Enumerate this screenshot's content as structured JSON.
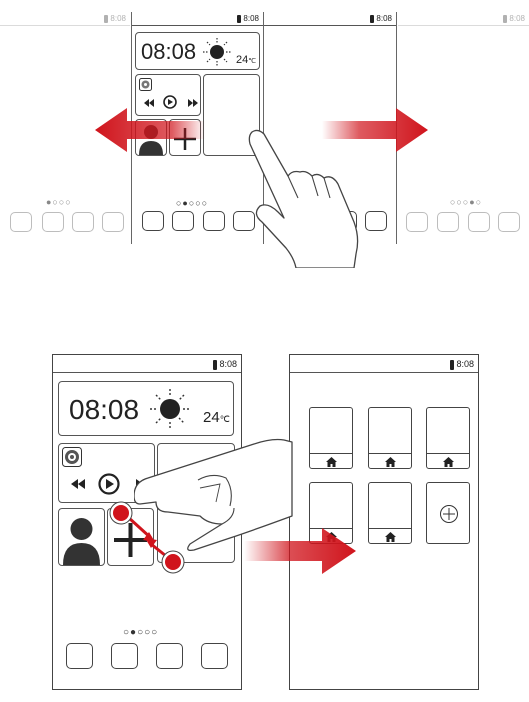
{
  "top_section": {
    "left_screen": {
      "status_time": "8:08"
    },
    "center_screen": {
      "status_time": "8:08",
      "clock_time": "08:08",
      "temperature": "24",
      "temp_unit": "℃",
      "page_dots": "○●○○○"
    },
    "right_screen": {
      "status_time": "8:08"
    },
    "far_right_screen": {
      "status_time": "8:08"
    },
    "left_dots": "●○○○",
    "right_dots": "○○○●○"
  },
  "bottom_left_phone": {
    "status_time": "8:08",
    "clock_time": "08:08",
    "temperature": "24",
    "temp_unit": "℃",
    "page_dots": "○●○○○"
  },
  "bottom_right_phone": {
    "status_time": "8:08"
  },
  "colors": {
    "arrow_red": "#d0141c",
    "line": "#444444"
  },
  "icons": [
    "sun-icon",
    "music-note-icon",
    "rewind-icon",
    "play-icon",
    "fast-forward-icon",
    "contact-silhouette-icon",
    "plus-icon",
    "home-icon",
    "add-page-icon",
    "swipe-arrow-left-icon",
    "swipe-arrow-right-icon",
    "hand-icon"
  ]
}
